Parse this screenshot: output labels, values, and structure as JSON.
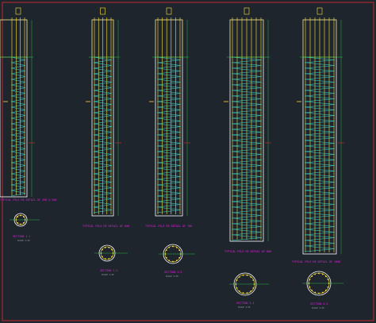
{
  "colors": {
    "background": "#1f252c",
    "frame": "#c0282c",
    "pile_outline": "#ffffff",
    "rebar": "#ffe23a",
    "spiral": "#37d9d0",
    "dimension": "#28d44a",
    "pile_cap": "#c8b94a",
    "title": "#e020e0",
    "section_text": "#e020e0",
    "annotation": "#ffd23a"
  },
  "piles": [
    {
      "id": "pile-1",
      "title": "TYPICAL PILE RE DETAIL OF 450 & 500",
      "subtitle": ""
    },
    {
      "id": "pile-2",
      "title": "TYPICAL PILE RE DETAIL OF 600",
      "subtitle": ""
    },
    {
      "id": "pile-3",
      "title": "TYPICAL PILE RE DETAIL OF 700",
      "subtitle": ""
    },
    {
      "id": "pile-4",
      "title": "TYPICAL PILE RE DETAIL OF 800",
      "subtitle": ""
    },
    {
      "id": "pile-5",
      "title": "TYPICAL PILE RE DETAIL OF 1000",
      "subtitle": ""
    }
  ],
  "sections": [
    {
      "id": "section-1",
      "label": "SECTION 1-1",
      "sublabel": "SCALE 1:25"
    },
    {
      "id": "section-2",
      "label": "SECTION 2-2",
      "sublabel": "SCALE 1:25"
    },
    {
      "id": "section-3",
      "label": "SECTION 3-3",
      "sublabel": "SCALE 1:25"
    },
    {
      "id": "section-4",
      "label": "SECTION 4-4",
      "sublabel": "SCALE 1:25"
    },
    {
      "id": "section-5",
      "label": "SECTION 5-5",
      "sublabel": "SCALE 1:25"
    }
  ]
}
